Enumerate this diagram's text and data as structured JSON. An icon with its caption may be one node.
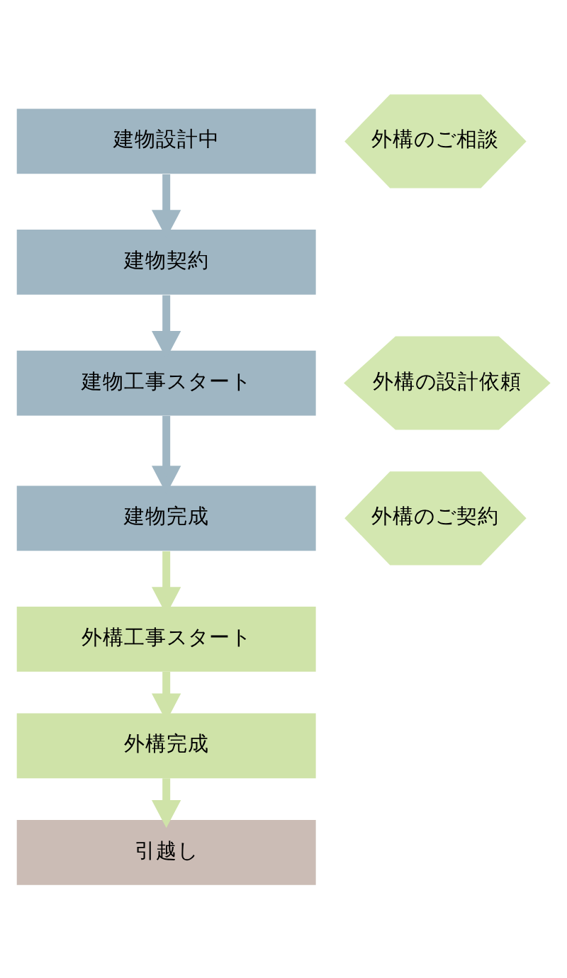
{
  "diagram": {
    "nodes": [
      {
        "text": [
          "建物設計中"
        ]
      },
      {
        "text": [
          "外構のご相談"
        ]
      },
      {
        "text": [
          "建物契約"
        ]
      },
      {
        "text": [
          "建物工事スタート"
        ]
      },
      {
        "text": [
          "外構の設計依頼"
        ]
      },
      {
        "text": [
          "建物完成"
        ]
      },
      {
        "text": [
          "外構のご契約"
        ]
      },
      {
        "text": [
          "外構工事スタート"
        ]
      },
      {
        "text": [
          "外構完成"
        ]
      },
      {
        "text": [
          "引越し"
        ]
      }
    ],
    "edges": [
      {
        "from": 0,
        "to": 2,
        "arrow": "to"
      },
      {
        "from": 2,
        "to": 3,
        "arrow": "to"
      },
      {
        "from": 3,
        "to": 5,
        "arrow": "to"
      },
      {
        "from": 5,
        "to": 7,
        "arrow": "to",
        "color": "#cfe3a8"
      },
      {
        "from": 7,
        "to": 8,
        "arrow": "to",
        "color": "#cfe3a8"
      },
      {
        "from": 8,
        "to": 9,
        "arrow": "to",
        "color": "#cfe3a8"
      }
    ]
  }
}
